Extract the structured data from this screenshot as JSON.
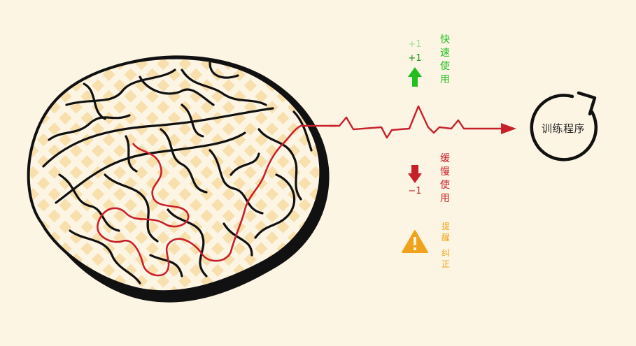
{
  "fast": {
    "ghost_count": "+1",
    "count": "+1",
    "label": "快速使用",
    "color": "#1fbf1f",
    "icon": "arrow-up-icon"
  },
  "slow": {
    "label": "缓慢使用",
    "count": "−1",
    "color": "#c8202a",
    "icon": "arrow-down-icon"
  },
  "warning": {
    "label_1": "提醒",
    "label_2": "纠正",
    "color": "#f0a21a",
    "icon": "warning-icon"
  },
  "training": {
    "label": "训练程序",
    "icon": "refresh-cycle-icon"
  },
  "colors": {
    "background": "#fdf5e4",
    "brain_fill": "#fcefd4",
    "outline": "#111111",
    "path": "#c8202a"
  }
}
